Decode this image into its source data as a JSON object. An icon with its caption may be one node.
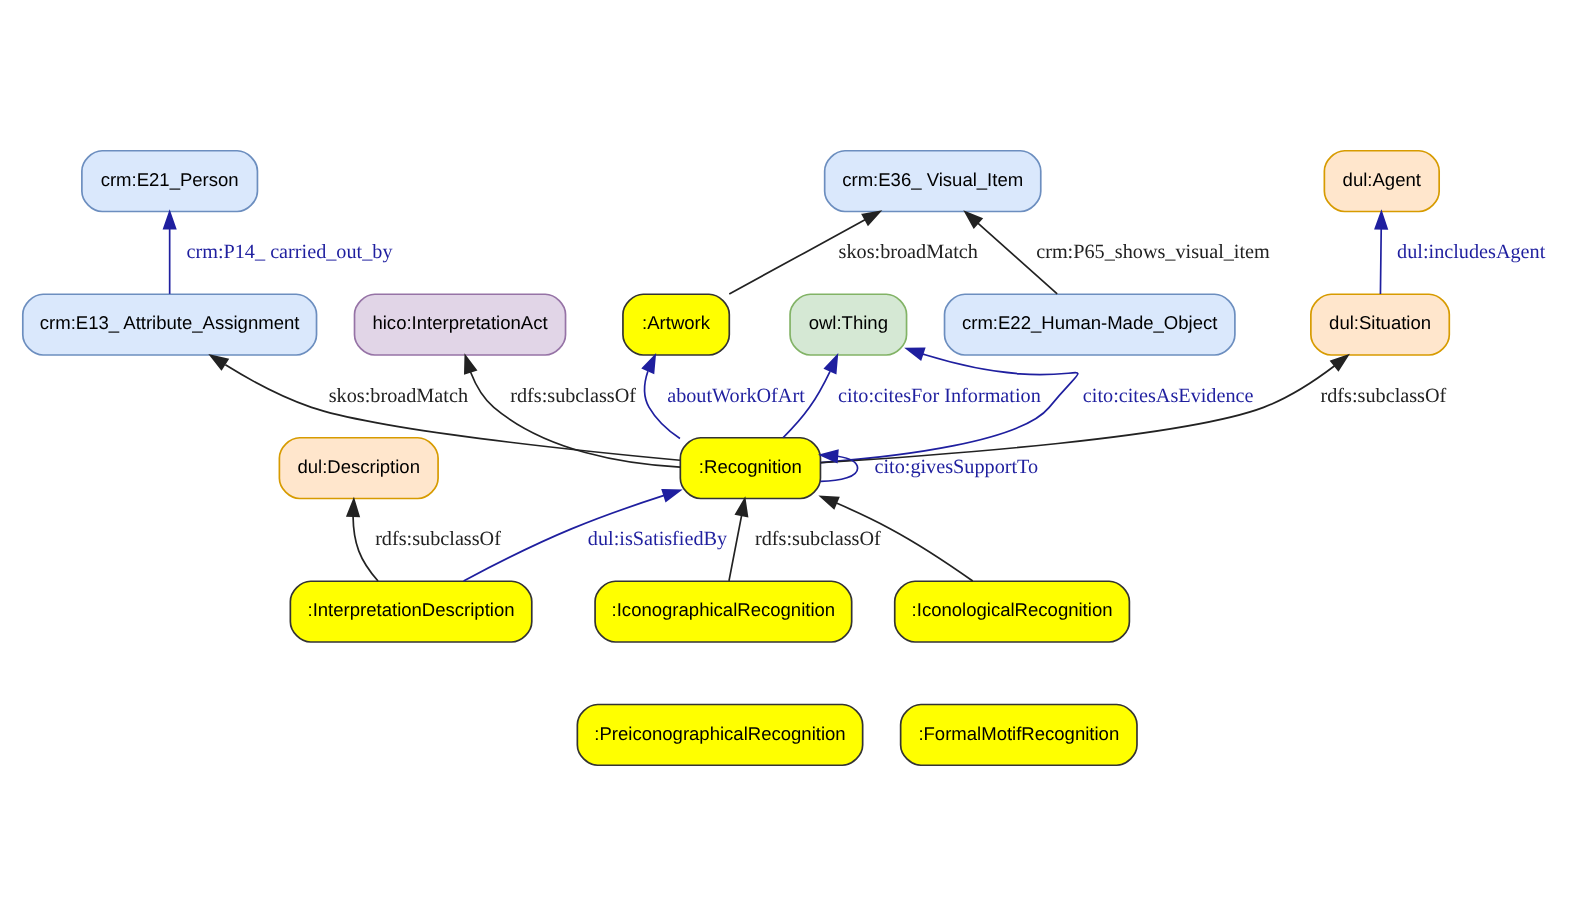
{
  "diagram": {
    "nodes": [
      {
        "text": [
          "crm:E21_Person"
        ]
      },
      {
        "text": [
          "hico:InterpretationAct"
        ]
      },
      {
        "text": [
          "crm:E13_ Attribute_Assignment"
        ]
      },
      {
        "text": [
          "owl:Thing"
        ]
      },
      {
        "text": [
          "dul:Agent"
        ]
      },
      {
        "text": [
          "dul:Description"
        ]
      },
      {
        "text": [
          "dul:Situation"
        ]
      },
      {
        "text": [
          ":InterpretationDescription"
        ]
      },
      {
        "text": [
          ":Recognition"
        ]
      },
      {
        "text": [
          "crm:E36_ Visual_Item"
        ]
      },
      {
        "text": [
          ":Artwork"
        ]
      },
      {
        "text": [
          ":IconographicalRecognition"
        ]
      },
      {
        "text": [
          ":IconologicalRecognition"
        ]
      },
      {
        "text": [
          ":PreiconographicalRecognition"
        ]
      },
      {
        "text": [
          ":FormalMotifRecognition"
        ]
      },
      {
        "text": [
          "crm:E22_Human-Made_Object"
        ]
      }
    ],
    "edges": [
      {
        "from": 2,
        "to": 0,
        "arrow": "to",
        "label": "crm:P14_ carried_out_by",
        "color": "#1f1f9f"
      },
      {
        "from": 8,
        "to": 2,
        "arrow": "to",
        "label": "skos:broadMatch"
      },
      {
        "from": 8,
        "to": 1,
        "arrow": "to",
        "label": "rdfs:subclassOf"
      },
      {
        "from": 8,
        "to": 3,
        "arrow": "to",
        "label": "cito:citesFor Information",
        "color": "#1f1f9f"
      },
      {
        "from": 8,
        "to": 3,
        "arrow": "to",
        "label": "cito:citesAsEvidence",
        "color": "#1f1f9f"
      },
      {
        "from": 6,
        "to": 4,
        "arrow": "to",
        "label": "dul:includesAgent",
        "color": "#1f1f9f"
      },
      {
        "from": 8,
        "to": 6,
        "arrow": "to",
        "label": "rdfs:subclassOf"
      },
      {
        "from": 7,
        "to": 5,
        "arrow": "to",
        "label": "rdfs:subclassOf"
      },
      {
        "from": 7,
        "to": 8,
        "arrow": "to",
        "label": "dul:isSatisfiedBy",
        "color": "#1f1f9f"
      },
      {
        "from": 8,
        "to": 8,
        "arrow": "to",
        "label": "cito:givesSupportTo",
        "color": "#1f1f9f"
      },
      {
        "from": 8,
        "to": 10,
        "arrow": "to",
        "label": "aboutWorkOfArt",
        "color": "#1f1f9f"
      },
      {
        "from": 10,
        "to": 9,
        "arrow": "to",
        "label": "skos:broadMatch"
      },
      {
        "from": 15,
        "to": 9,
        "arrow": "to",
        "label": "crm:P65_shows_visual_item"
      },
      {
        "from": 11,
        "to": 8,
        "arrow": "to",
        "label": "rdfs:subclassOf"
      },
      {
        "from": 12,
        "to": 8,
        "arrow": "to"
      }
    ]
  }
}
